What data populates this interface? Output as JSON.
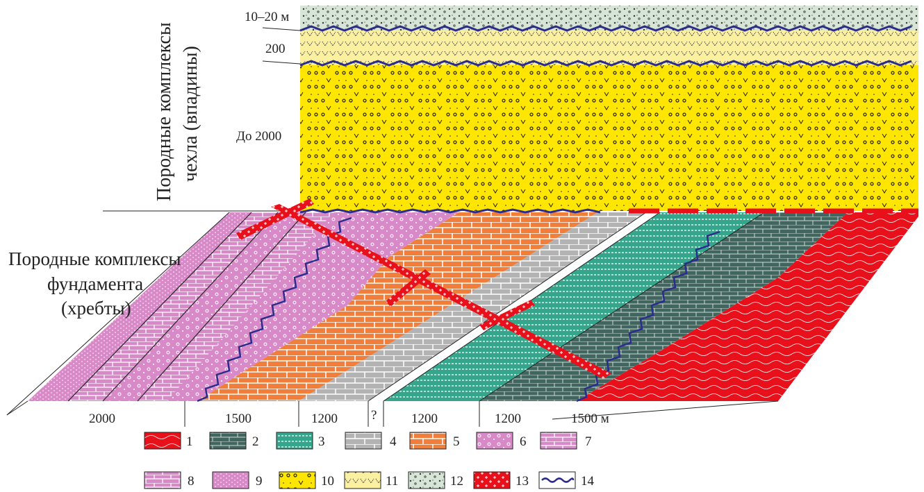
{
  "cover": {
    "title_line1": "Породные комплексы",
    "title_line2": "чехла (впадины)",
    "thickness_top": "10–20 м",
    "thickness_mid": "200",
    "thickness_bottom": "До 2000"
  },
  "basement": {
    "title_line1": "Породные комплексы",
    "title_line2": "фундамента",
    "title_line3": "(хребты)",
    "widths": [
      "2000",
      "1500",
      "1200",
      "?",
      "1200",
      "1200",
      "1500 м"
    ]
  },
  "legend": [
    {
      "num": "1",
      "pattern": "red-wavy",
      "color": "#e8101b"
    },
    {
      "num": "2",
      "pattern": "dark-green-brick",
      "color": "#40665f"
    },
    {
      "num": "3",
      "pattern": "teal-dashed",
      "color": "#35a58c"
    },
    {
      "num": "4",
      "pattern": "grey-brick",
      "color": "#b3b3b3"
    },
    {
      "num": "5",
      "pattern": "orange-brick",
      "color": "#f07f3c"
    },
    {
      "num": "6",
      "pattern": "pink-circles",
      "color": "#d88ac8"
    },
    {
      "num": "7",
      "pattern": "pink-brick",
      "color": "#d88ac8"
    },
    {
      "num": "8",
      "pattern": "pink-brick-fine",
      "color": "#d88ac8"
    },
    {
      "num": "9",
      "pattern": "pink-dotted",
      "color": "#d88ac8"
    },
    {
      "num": "10",
      "pattern": "yellow-circles",
      "color": "#ffe600"
    },
    {
      "num": "11",
      "pattern": "pale-yellow-checks",
      "color": "#fbf0a0"
    },
    {
      "num": "12",
      "pattern": "pale-green-gravel",
      "color": "#d6e5d5"
    },
    {
      "num": "13",
      "pattern": "red-crosses",
      "color": "#e8101b"
    },
    {
      "num": "14",
      "pattern": "blue-wavy-line",
      "color": "#2c2c8c"
    }
  ]
}
